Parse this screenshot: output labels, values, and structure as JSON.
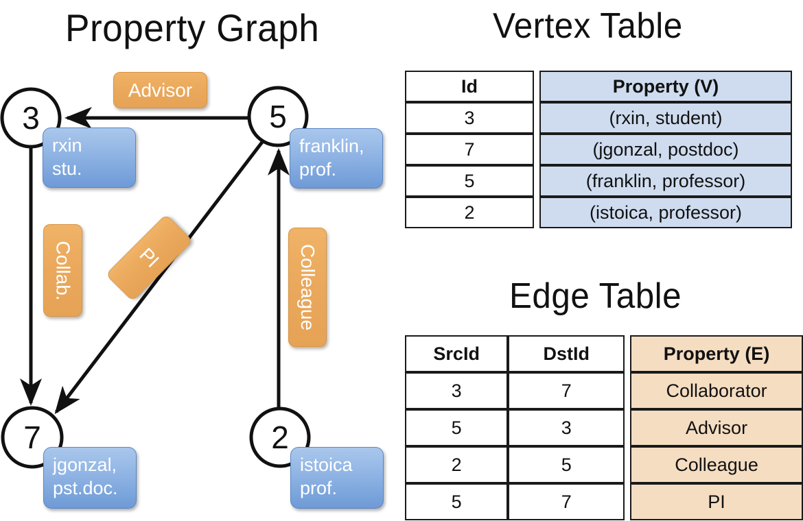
{
  "titles": {
    "property_graph": "Property Graph",
    "vertex_table": "Vertex Table",
    "edge_table": "Edge Table"
  },
  "graph": {
    "nodes": [
      {
        "id": "3",
        "label": "rxin\nstu."
      },
      {
        "id": "5",
        "label": "franklin,\nprof."
      },
      {
        "id": "7",
        "label": "jgonzal,\npst.doc."
      },
      {
        "id": "2",
        "label": "istoica\nprof."
      }
    ],
    "edge_labels": {
      "advisor": "Advisor",
      "collab": "Collab.",
      "pi": "PI",
      "colleague": "Colleague"
    },
    "edges": [
      {
        "src": "5",
        "dst": "3",
        "label": "Advisor"
      },
      {
        "src": "3",
        "dst": "7",
        "label": "Collab."
      },
      {
        "src": "5",
        "dst": "7",
        "label": "PI"
      },
      {
        "src": "2",
        "dst": "5",
        "label": "Colleague"
      }
    ]
  },
  "vertex_table": {
    "headers": [
      "Id",
      "Property (V)"
    ],
    "rows": [
      {
        "id": "3",
        "property": "(rxin, student)"
      },
      {
        "id": "7",
        "property": "(jgonzal, postdoc)"
      },
      {
        "id": "5",
        "property": "(franklin, professor)"
      },
      {
        "id": "2",
        "property": "(istoica, professor)"
      }
    ]
  },
  "edge_table": {
    "headers": [
      "SrcId",
      "DstId",
      "Property (E)"
    ],
    "rows": [
      {
        "src": "3",
        "dst": "7",
        "property": "Collaborator"
      },
      {
        "src": "5",
        "dst": "3",
        "property": "Advisor"
      },
      {
        "src": "2",
        "dst": "5",
        "property": "Colleague"
      },
      {
        "src": "5",
        "dst": "7",
        "property": "PI"
      }
    ]
  },
  "colors": {
    "vertex_box": "#8fb4e4",
    "edge_box": "#eaa85c",
    "vertex_table_fill": "#cfdcef",
    "edge_table_fill": "#f5ddc2",
    "stroke": "#1a1a1a",
    "background": "#ffffff"
  }
}
